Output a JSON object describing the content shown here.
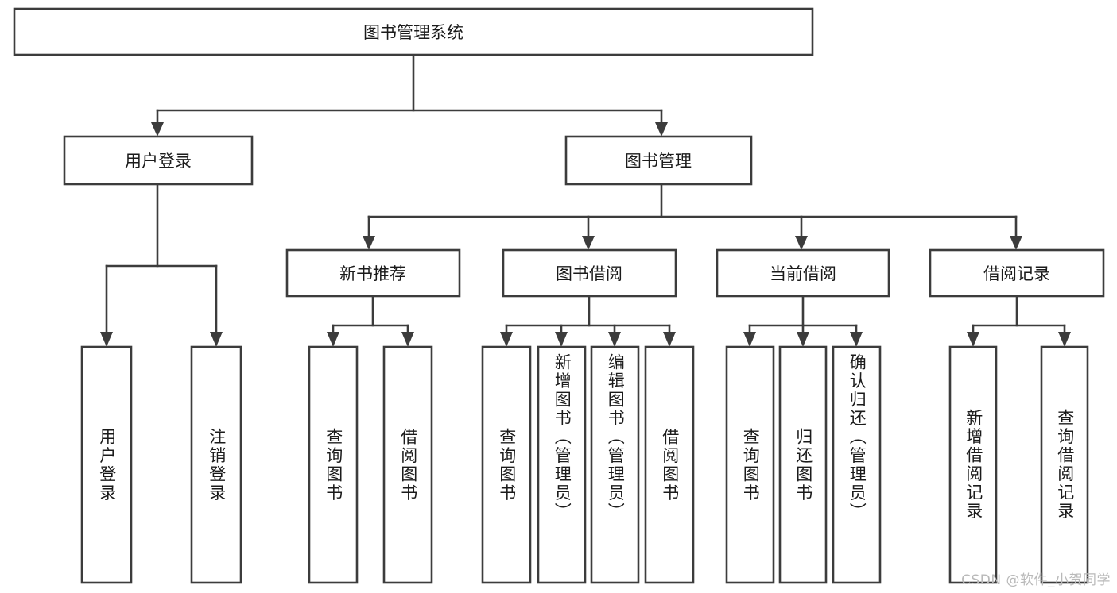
{
  "diagram": {
    "kind": "tree-hierarchy-chart",
    "root": {
      "label": "图书管理系统",
      "id": "root-system"
    },
    "level1": [
      {
        "id": "user-login",
        "label": "用户登录"
      },
      {
        "id": "book-management",
        "label": "图书管理"
      }
    ],
    "level2": [
      {
        "id": "new-book-recommend",
        "label": "新书推荐",
        "parent": "book-management"
      },
      {
        "id": "book-borrow",
        "label": "图书借阅",
        "parent": "book-management"
      },
      {
        "id": "current-borrow",
        "label": "当前借阅",
        "parent": "book-management"
      },
      {
        "id": "borrow-record",
        "label": "借阅记录",
        "parent": "book-management"
      }
    ],
    "leaves": {
      "user_login": [
        {
          "id": "leaf-user-login",
          "label": "用户登录"
        },
        {
          "id": "leaf-logout-login",
          "label": "注销登录"
        }
      ],
      "new_book_recommend": [
        {
          "id": "leaf-query-book-1",
          "label": "查询图书"
        },
        {
          "id": "leaf-borrow-book-1",
          "label": "借阅图书"
        }
      ],
      "book_borrow": [
        {
          "id": "leaf-query-book-2",
          "label": "查询图书"
        },
        {
          "id": "leaf-add-book",
          "label": "新增图书（管理员）"
        },
        {
          "id": "leaf-edit-book",
          "label": "编辑图书（管理员）"
        },
        {
          "id": "leaf-borrow-book-2",
          "label": "借阅图书"
        }
      ],
      "current_borrow": [
        {
          "id": "leaf-query-book-3",
          "label": "查询图书"
        },
        {
          "id": "leaf-return-book",
          "label": "归还图书"
        },
        {
          "id": "leaf-confirm-return",
          "label": "确认归还（管理员）"
        }
      ],
      "borrow_record": [
        {
          "id": "leaf-add-record",
          "label": "新增借阅记录"
        },
        {
          "id": "leaf-query-record",
          "label": "查询借阅记录"
        }
      ]
    },
    "colors": {
      "stroke": "#3c3c3c",
      "fill": "#ffffff",
      "text": "#1b1b1b",
      "watermark": "#b9b9b9",
      "background": "#ffffff"
    }
  },
  "watermark": {
    "text": "CSDN @软件_小贺同学"
  }
}
